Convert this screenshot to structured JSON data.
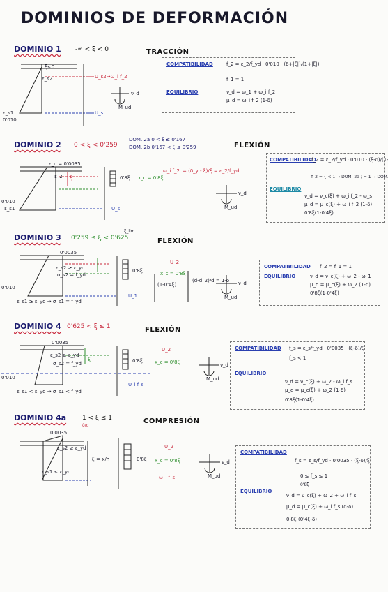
{
  "title": "DOMINIOS DE DEFORMACIÓN",
  "d1": {
    "name": "DOMINIO 1",
    "cond": "-∞ < ξ < 0",
    "mode": "TRACCIÓN",
    "d_top": "ξ<0",
    "d_es2": "ε_s2",
    "d_es1": "ε_s1",
    "d_val": "0'010",
    "f1": "U_s2→ω_i f_2",
    "f2": "U_s",
    "labels": {
      "comp": "COMPATIBILIDAD",
      "eq": "EQUILIBRIO"
    },
    "comp_lines": [
      "f_2 = ε_2/f_yd · 0'010 · (δ+|ξ|)/(1+|ξ|)",
      "f_1 = 1"
    ],
    "eq_lines": [
      "ν_d = ω_1 + ω_i f_2",
      "μ_d = ω_i f_2 (1-δ)"
    ]
  },
  "d2": {
    "name": "DOMINIO 2",
    "cond": "0 < ξ < 0'259",
    "sub": [
      "DOM. 2a   0 < ξ ≤ 0'167",
      "DOM. 2b   0'167 < ξ ≤ 0'259"
    ],
    "mode": "FLEXIÓN",
    "d_top": "ε_c = 0'0035",
    "d_es2": "ε_2",
    "d_ec": "ξ",
    "d_val": "0'010",
    "d_es1": "ε_s1",
    "f_d": "0'8ξ",
    "f_xc": "x_c = 0'8ξ",
    "f_ws": "ω_i f_2",
    "f_w": "U_s",
    "f_eq": "= (δ_y - ξ)/ξ = ε_2/f_yd",
    "labels": {
      "comp": "COMPATIBILIDAD",
      "eq": "EQUILIBRIO"
    },
    "comp_lines": [
      "f_2 = ε_2/f_yd · 0'010 · (ξ-δ)/(1-ξ)",
      "f_2 = { < 1 → DOM. 2a ; = 1 → DOM. 2b }"
    ],
    "eq_lines": [
      "ν_d = ν_c(ξ) + ω_i f_2 - ω_s",
      "μ_d = μ_c(ξ) + ω_i f_2 (1-δ)",
      "0'8ξ(1-0'4ξ)"
    ]
  },
  "d3": {
    "name": "DOMINIO 3",
    "cond": "0'259 ≤ ξ < 0'625",
    "cond_note": "ξ_lim",
    "mode": "FLEXIÓN",
    "d_top": "0'0035",
    "d_es2": "ε_s2 ≥ ε_yd",
    "d_sigma": "σ_s2 = f_yd",
    "d_val": "0'010",
    "d_bot": "ε_s1 ≥ ε_yd → σ_s1 = f_yd",
    "f_w2": "U_2",
    "f_xc": "x_c = 0'8ξ",
    "f_w1": "U_1",
    "f_d": "0'8ξ",
    "f_arm": "(1-0'4ξ)",
    "f_frac": "(d-d_2)/d = 1-δ",
    "labels": {
      "comp": "COMPATIBILIDAD",
      "eq": "EQUILIBRIO"
    },
    "comp_lines": [
      "f_2 = f_1 = 1"
    ],
    "eq_lines": [
      "ν_d = ν_c(ξ) + ω_2 - ω_1",
      "μ_d = μ_c(ξ) + ω_2 (1-δ)",
      "0'8ξ(1-0'4ξ)"
    ]
  },
  "d4": {
    "name": "DOMINIO 4",
    "cond": "0'625 < ξ ≤ 1",
    "mode": "FLEXIÓN",
    "d_top": "0'0035",
    "d_es2": "ε_s2 ≥ ε_yd",
    "d_sigma": "σ_s2 = f_yd",
    "d_val": "0'010",
    "d_bot": "ε_s1 < ε_yd → σ_s1 < f_yd",
    "d_xi": "ξ",
    "f_w2": "U_2",
    "f_xc": "x_c = 0'8ξ",
    "f_d": "0'8ξ",
    "f_ws": "U_i f_s",
    "labels": {
      "comp": "COMPATIBILIDAD",
      "eq": "EQUILIBRIO"
    },
    "comp_lines": [
      "f_s = ε_s/f_yd · 0'0035 · (ξ-δ)/ξ",
      "f_s < 1"
    ],
    "eq_lines": [
      "ν_d = ν_c(ξ) + ω_2 - ω_i f_s",
      "μ_d = μ_c(ξ) + ω_2 (1-δ)",
      "0'8ξ(1-0'4ξ)"
    ]
  },
  "d4a": {
    "name": "DOMINIO 4a",
    "cond": "1 < ξ ≤ 1",
    "cond_note": "δ/d",
    "mode": "COMPRESIÓN",
    "d_top": "0'0035",
    "d_es2": "ε_s2 ≥ ε_yd",
    "d_bot": "ε_s1 < ε_yd",
    "d_xi": "ξ = x/h",
    "f_w2": "U_2",
    "f_xc": "x_c = 0'8ξ",
    "f_d": "0'8ξ",
    "f_ws": "ω_i f_s",
    "labels": {
      "comp": "COMPATIBILIDAD",
      "eq": "EQUILIBRIO"
    },
    "comp_lines": [
      "f_s = ε_s/f_yd · 0'0035 · (ξ-δ)/ξ",
      "0 ≤ f_s ≤ 1",
      "0'8ξ"
    ],
    "eq_lines": [
      "ν_d = ν_c(ξ) + ω_2 + ω_i f_s",
      "μ_d = μ_c(ξ) + ω_i f_s (δ-δ)",
      "0'8ξ (0'4ξ-δ)"
    ]
  },
  "axis": {
    "v": "ν_d",
    "m": "M_ud"
  }
}
